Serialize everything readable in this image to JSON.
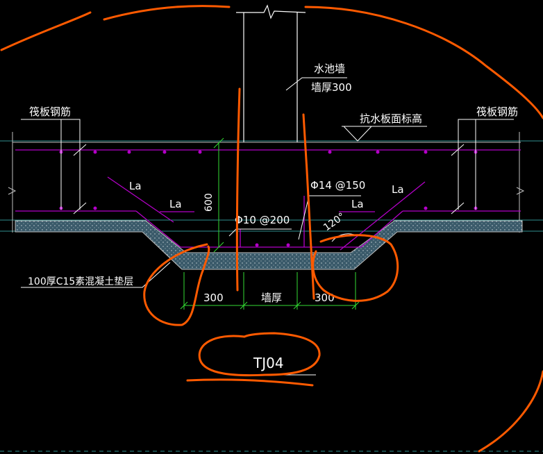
{
  "drawing": {
    "colors": {
      "background": "#000000",
      "linework": "#ffffff",
      "rebar": "#b400c8",
      "dimension": "#33dd33",
      "guide": "#2f8f8f",
      "slab_edge": "#c0c0c0",
      "concrete_fill": "#3a5a6a",
      "markup": "#ff5a00"
    },
    "labels": {
      "pool_wall": "水池墙",
      "wall_thickness": "墙厚300",
      "raft_rebar_left": "筏板钢筋",
      "raft_rebar_right": "筏板钢筋",
      "top_elevation": "抗水板面标高",
      "rebar_14": "Φ14 @150",
      "rebar_10": "Φ10 @200",
      "la_1": "La",
      "la_2": "La",
      "la_3": "La",
      "la_4": "La",
      "angle": "120°",
      "cushion": "100厚C15素混凝土垫层",
      "dim_600": "600",
      "dim_300_left": "300",
      "dim_wall": "墙厚",
      "dim_300_right": "300",
      "detail_id": "TJ04"
    }
  }
}
